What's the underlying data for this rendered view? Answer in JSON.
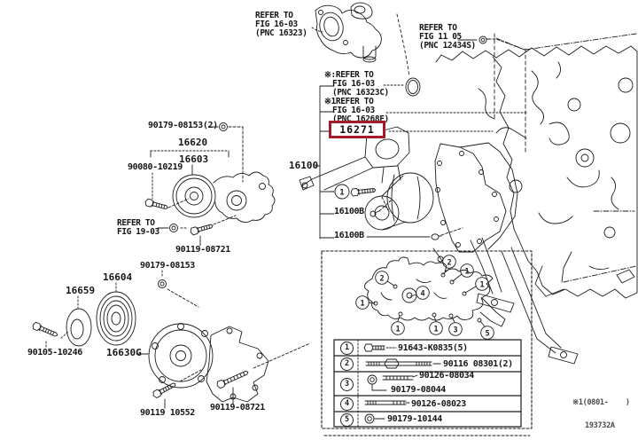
{
  "colors": {
    "highlight": "#a31c2c",
    "ink": "#1c1c1c"
  },
  "refs": {
    "fig16_03_16323": [
      "REFER TO",
      "FIG 16-03",
      "(PNC 16323)"
    ],
    "fig11_05_12434s": [
      "REFER TO",
      "FIG 11 05",
      "(PNC 12434S)"
    ],
    "fig16_03_16323c": [
      "※:REFER TO",
      "FIG 16-03",
      "(PNC 16323C)"
    ],
    "fig16_03_16268f": [
      "※1REFER TO",
      "FIG 16-03",
      "(PNC 16268F)"
    ],
    "fig19_03": [
      "REFER TO",
      "FIG 19-03"
    ]
  },
  "highlight_part": "16271",
  "parts": {
    "p90179_08153_2": "90179-08153(2)",
    "p16620": "16620",
    "p16603": "16603",
    "p90080_10219": "90080-10219",
    "p16100": "16100",
    "p16100b_1": "16100B",
    "p16100b_2": "16100B",
    "p90119_08721_top": "90119-08721",
    "p90179_08153": "90179-08153",
    "p16604": "16604",
    "p16659": "16659",
    "p90105_10246": "90105-10246",
    "p16630g": "16630G",
    "p90119_10552": "90119 10552",
    "p90119_08721_bottom": "90119-08721"
  },
  "main_callout": "1",
  "inset_callouts": [
    "2",
    "1",
    "1",
    "2",
    "4",
    "1",
    "1",
    "1",
    "3",
    "5"
  ],
  "table_rows": [
    {
      "num": "1",
      "part": "91643-K0835(5)",
      "part2": ""
    },
    {
      "num": "2",
      "part": "90116 08301(2)",
      "part2": ""
    },
    {
      "num": "3",
      "part": "90126-08034",
      "part2": "90179-08044"
    },
    {
      "num": "4",
      "part": "90126-08023",
      "part2": ""
    },
    {
      "num": "5",
      "part": "90179-10144",
      "part2": ""
    }
  ],
  "notes": {
    "date_code": "※1(0801-    )",
    "figure_code": "193732A"
  }
}
